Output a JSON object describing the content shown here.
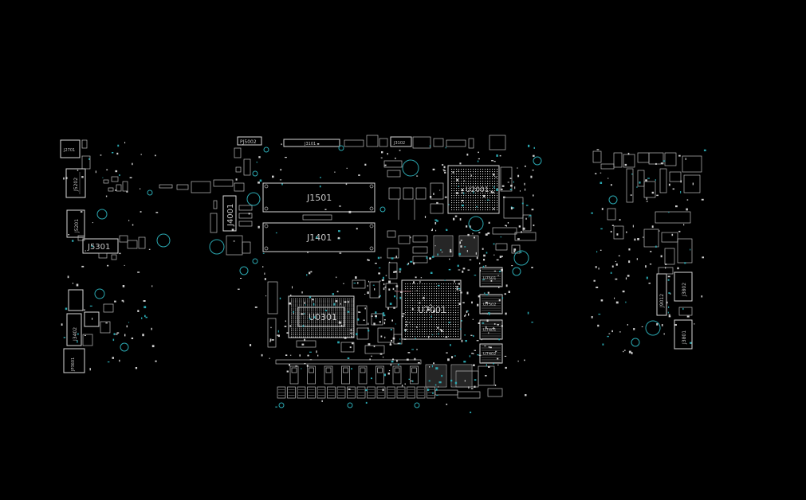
{
  "colors": {
    "background": "#000000",
    "outline": "#d8d8d8",
    "label": "#c8c8c8",
    "mounting_hole": "#2aa7b0"
  },
  "refdes": {
    "j1501": "J1501",
    "j1401": "J1401",
    "u0301": "U0301",
    "u7001": "U7001",
    "u2001": "U2001",
    "j5301": "J5301",
    "j4001": "J4001",
    "j3101": "J3101",
    "j3102": "J3102",
    "pj5002": "PJ5002",
    "j2701": "J2701",
    "j5202": "J5202",
    "j5201": "J5201",
    "j3402": "J3402",
    "jp3601": "JP3601",
    "j3802": "J3802",
    "j3801": "J3801",
    "j9012": "J9012",
    "u7501": "U7501",
    "u7502": "U7502",
    "u7401": "U7401",
    "u7402": "U7402"
  }
}
